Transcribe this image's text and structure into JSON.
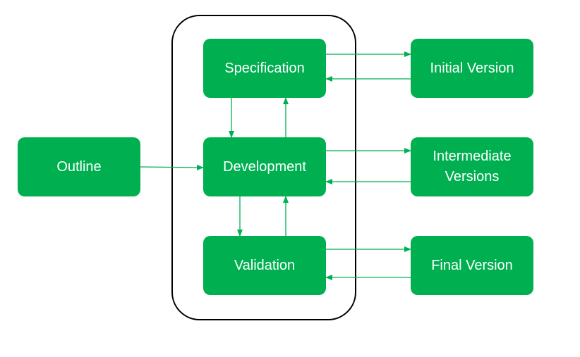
{
  "colors": {
    "node_fill": "#00b050",
    "node_text": "#ffffff",
    "edge": "#00b050",
    "frame": "#000000"
  },
  "nodes": {
    "outline": "Outline",
    "specification": "Specification",
    "development": "Development",
    "validation": "Validation",
    "initial_version": "Initial Version",
    "intermediate_versions": "Intermediate Versions",
    "final_version": "Final Version"
  },
  "edges": [
    {
      "from": "outline",
      "to": "development"
    },
    {
      "from": "specification",
      "to": "development"
    },
    {
      "from": "development",
      "to": "specification"
    },
    {
      "from": "development",
      "to": "validation"
    },
    {
      "from": "validation",
      "to": "development"
    },
    {
      "from": "specification",
      "to": "initial_version"
    },
    {
      "from": "initial_version",
      "to": "specification"
    },
    {
      "from": "development",
      "to": "intermediate_versions"
    },
    {
      "from": "intermediate_versions",
      "to": "development"
    },
    {
      "from": "validation",
      "to": "final_version"
    },
    {
      "from": "final_version",
      "to": "validation"
    }
  ]
}
